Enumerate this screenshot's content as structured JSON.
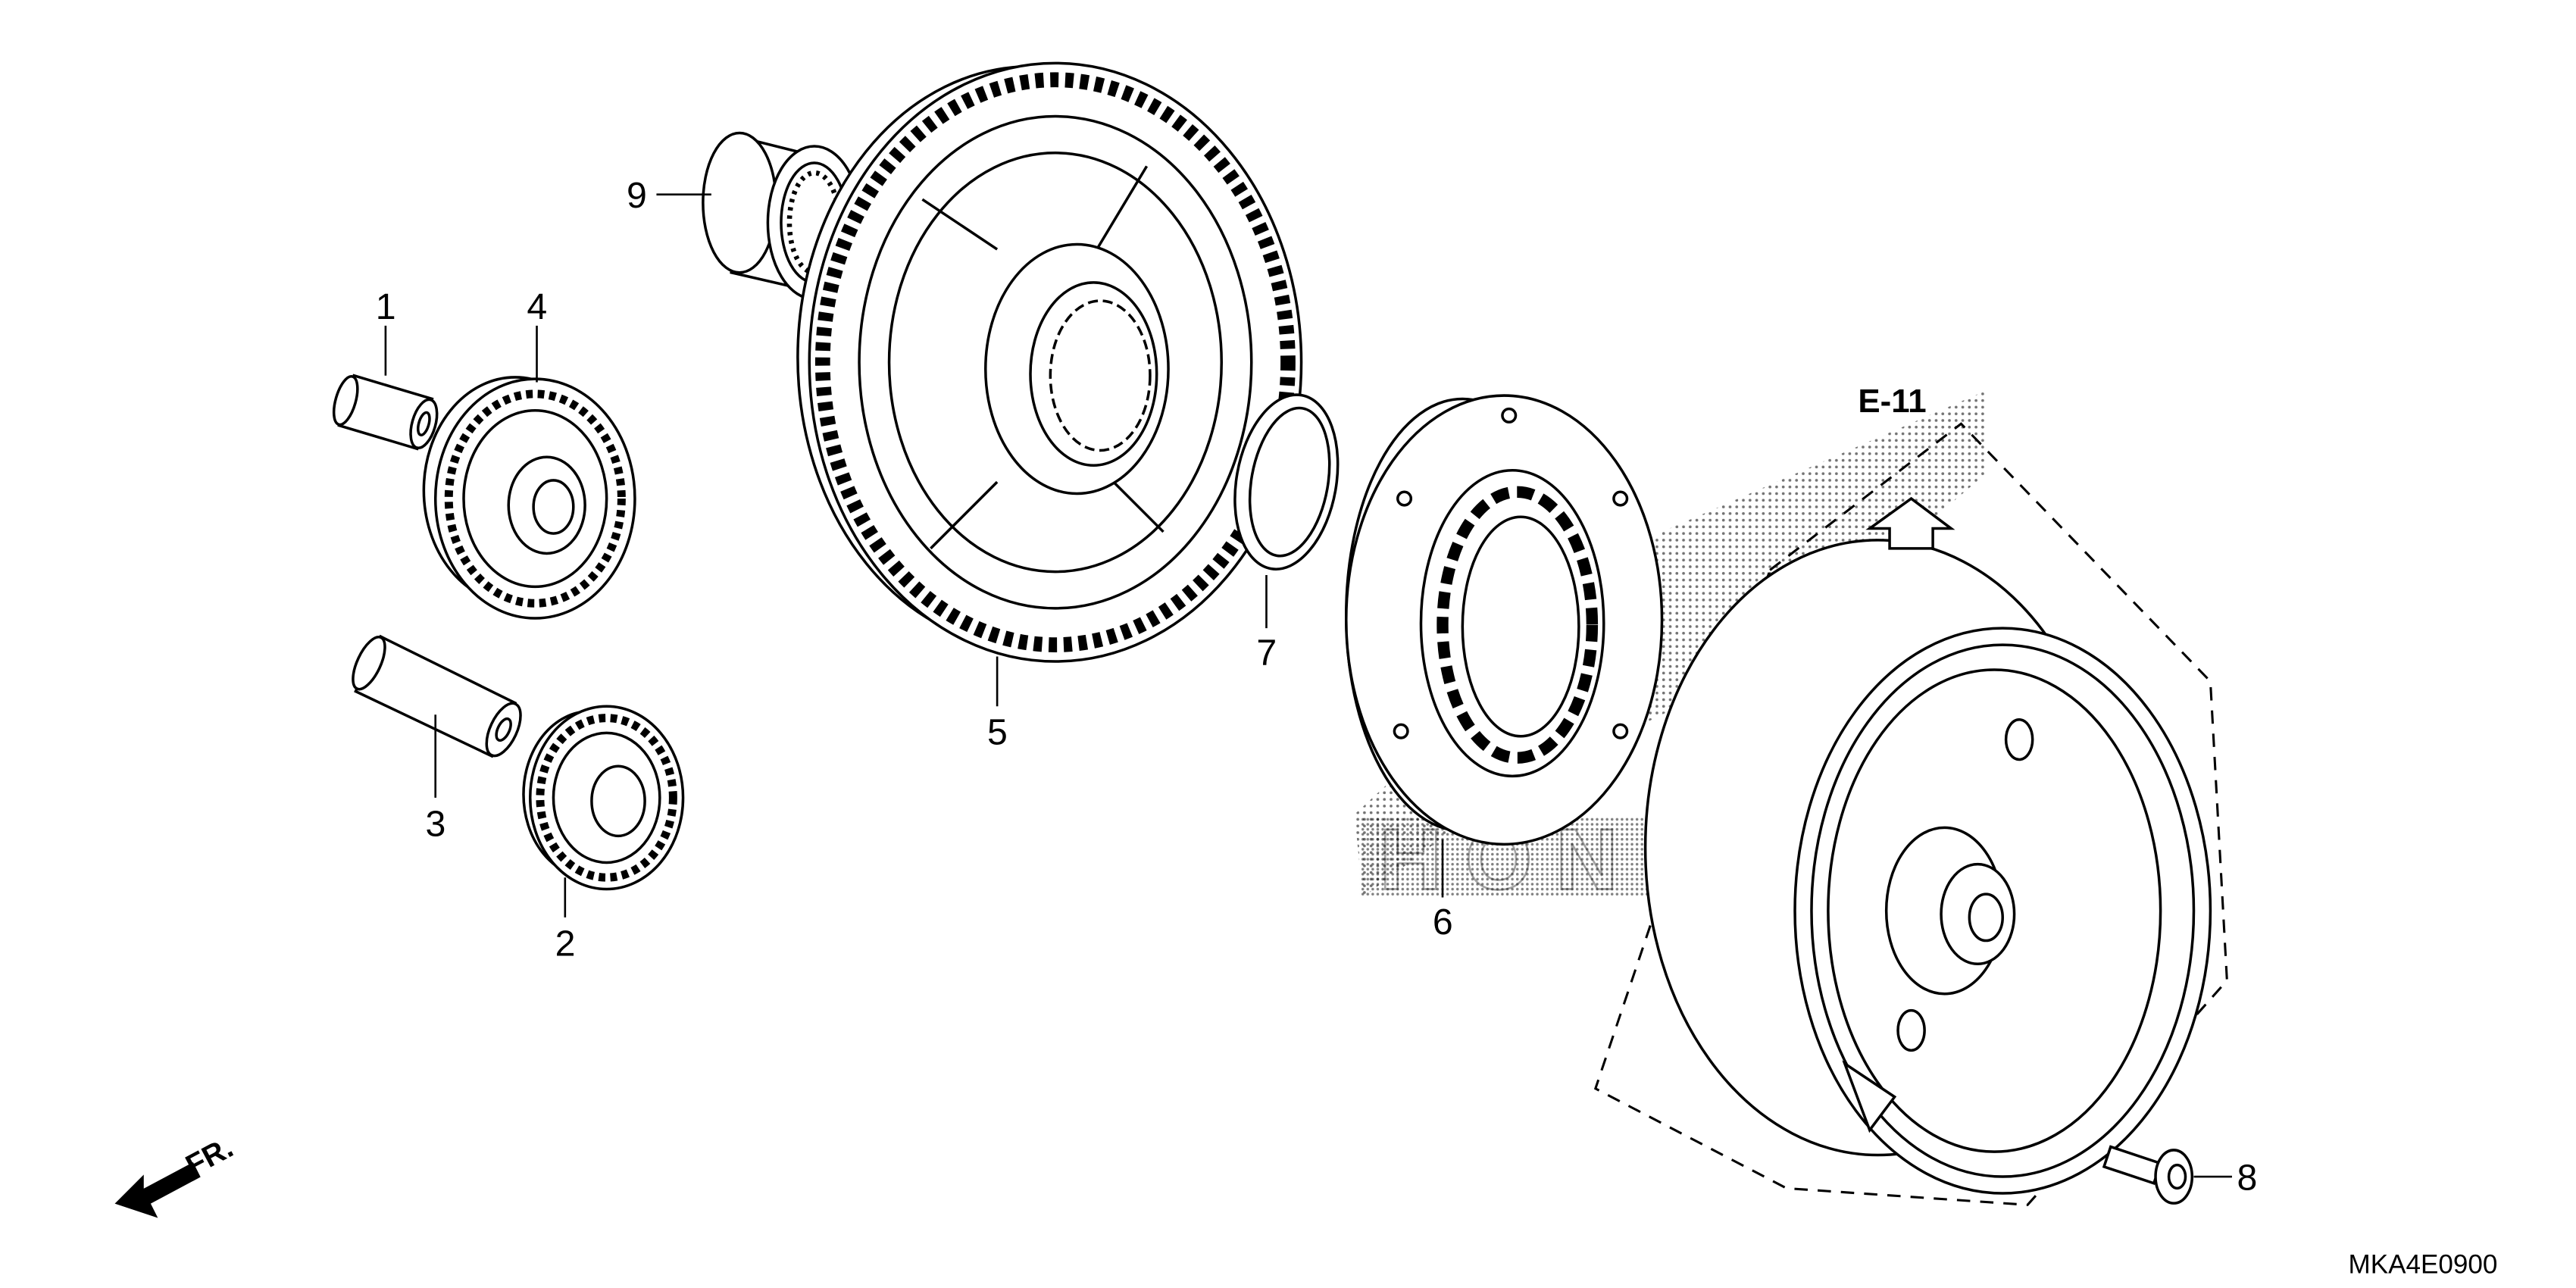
{
  "diagram": {
    "part_labels": {
      "p1": "1",
      "p2": "2",
      "p3": "3",
      "p4": "4",
      "p5": "5",
      "p6": "6",
      "p7": "7",
      "p8": "8",
      "p9": "9"
    },
    "reference_tag": "E-11",
    "front_label": "FR.",
    "diagram_code": "MKA4E0900",
    "watermark": "HONDA"
  },
  "colors": {
    "line": "#000000",
    "background": "#ffffff",
    "dot_screen": "#000000"
  },
  "icons": [
    "front-direction-arrow-icon",
    "reference-arrow-icon"
  ]
}
